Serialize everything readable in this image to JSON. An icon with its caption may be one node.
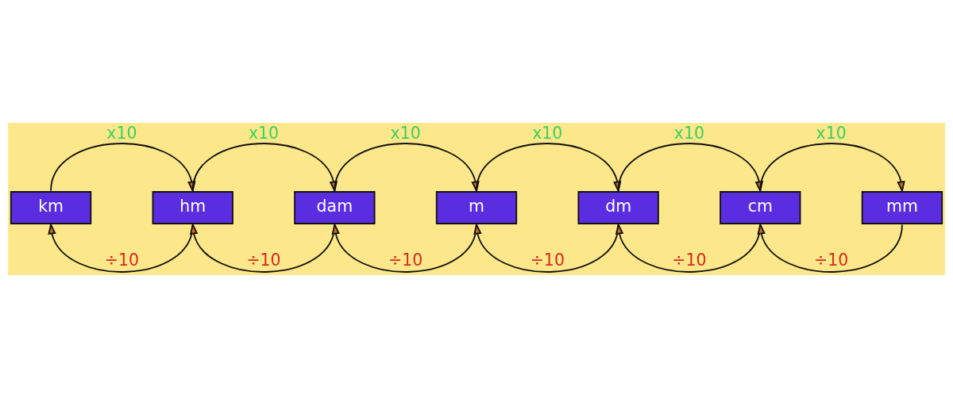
{
  "diagram": {
    "nodes": [
      {
        "text": [
          "km"
        ]
      },
      {
        "text": [
          "hm"
        ]
      },
      {
        "text": [
          "dam"
        ]
      },
      {
        "text": [
          "m"
        ]
      },
      {
        "text": [
          "dm"
        ]
      },
      {
        "text": [
          "cm"
        ]
      },
      {
        "text": [
          "mm"
        ]
      }
    ],
    "edges": [
      {
        "from": 0,
        "to": 1,
        "arrow": "to",
        "label": "x10"
      },
      {
        "from": 1,
        "to": 2,
        "arrow": "to",
        "label": "x10"
      },
      {
        "from": 2,
        "to": 3,
        "arrow": "to",
        "label": "x10"
      },
      {
        "from": 3,
        "to": 4,
        "arrow": "to",
        "label": "x10"
      },
      {
        "from": 4,
        "to": 5,
        "arrow": "to",
        "label": "x10"
      },
      {
        "from": 5,
        "to": 6,
        "arrow": "to",
        "label": "x10"
      },
      {
        "from": 1,
        "to": 0,
        "arrow": "to",
        "label": "÷10"
      },
      {
        "from": 2,
        "to": 1,
        "arrow": "to",
        "label": "÷10"
      },
      {
        "from": 3,
        "to": 2,
        "arrow": "to",
        "label": "÷10"
      },
      {
        "from": 4,
        "to": 3,
        "arrow": "to",
        "label": "÷10"
      },
      {
        "from": 5,
        "to": 4,
        "arrow": "to",
        "label": "÷10"
      },
      {
        "from": 6,
        "to": 5,
        "arrow": "to",
        "label": "÷10"
      }
    ]
  }
}
